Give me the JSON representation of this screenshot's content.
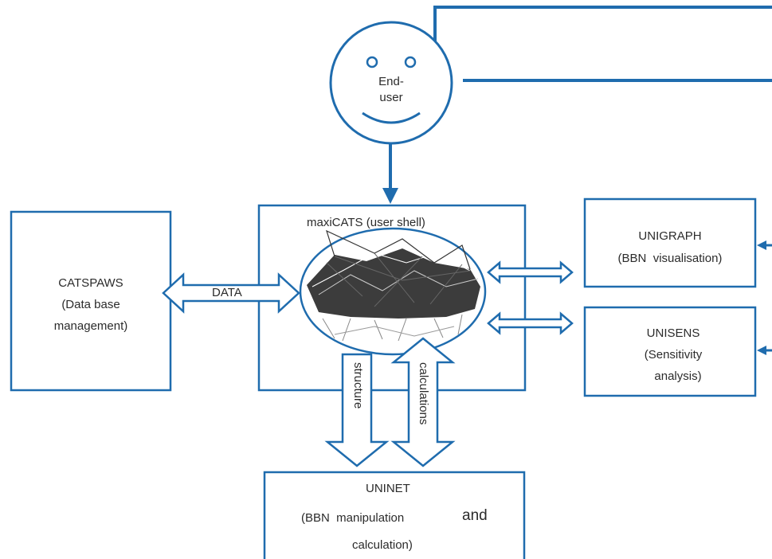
{
  "colors": {
    "line": "#1f6cae",
    "text": "#2b2b2b",
    "background": "#ffffff"
  },
  "end_user": {
    "line1": "End-",
    "line2": "user",
    "icon": "smiley-face-icon"
  },
  "maxicats": {
    "title": "maxiCATS (user shell)",
    "image": "network-graph-picture"
  },
  "catspaws": {
    "line1": "CATSPAWS",
    "line2": "(Data base",
    "line3": "management)"
  },
  "unigraph": {
    "line1": "UNIGRAPH",
    "line2": "(BBN  visualisation)"
  },
  "unisens": {
    "line1": "UNISENS",
    "line2": "(Sensitivity",
    "line3": "analysis)"
  },
  "uninet": {
    "line1": "UNINET",
    "line2a": "(BBN  manipulation",
    "line2b": "and",
    "line3": "calculation)"
  },
  "arrows": {
    "data": "DATA",
    "structure": "structure",
    "calculations": "calculations"
  }
}
